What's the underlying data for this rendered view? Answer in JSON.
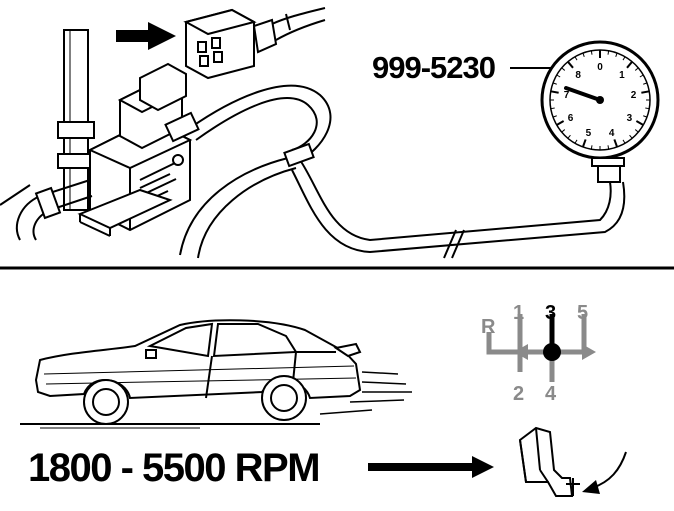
{
  "tool": {
    "part_number": "999-5230"
  },
  "gauge": {
    "dial_numbers": [
      "0",
      "1",
      "2",
      "3",
      "4",
      "5",
      "6",
      "7",
      "8"
    ]
  },
  "gearshift": {
    "gears": {
      "reverse": "R",
      "first": "1",
      "second": "2",
      "third": "3",
      "fourth": "4",
      "fifth": "5"
    },
    "selected_gear": "3",
    "colors": {
      "active": "#000000",
      "inactive": "#8a8a8a"
    }
  },
  "test": {
    "rpm_range": "1800 - 5500 RPM"
  }
}
